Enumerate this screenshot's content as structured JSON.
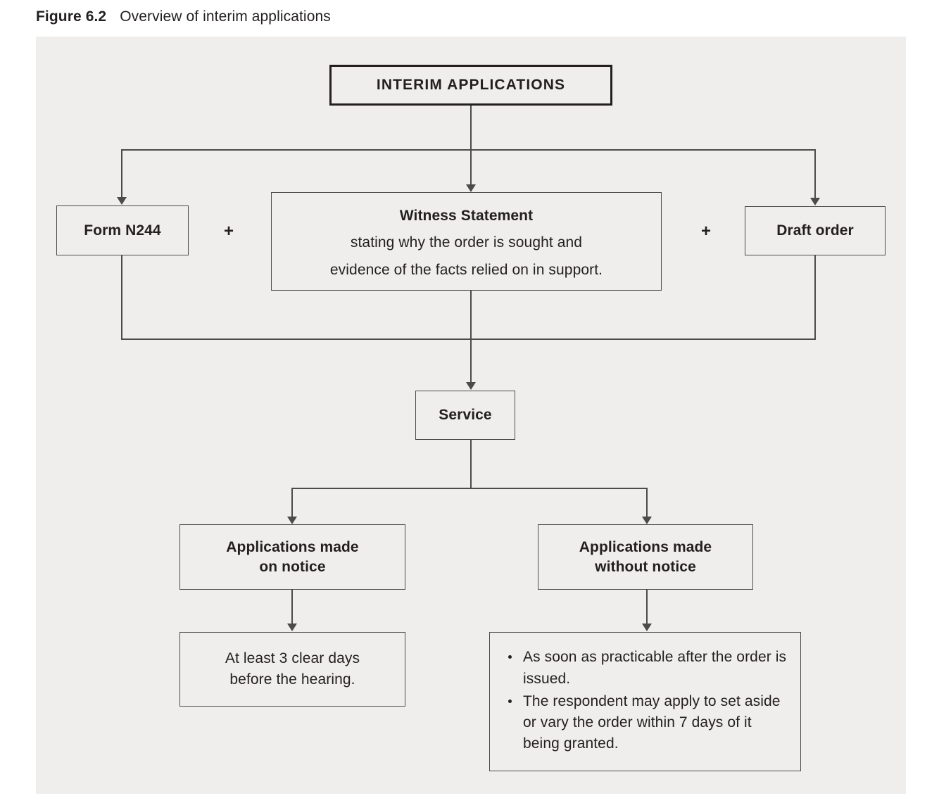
{
  "figure": {
    "label": "Figure 6.2",
    "title": "Overview of interim applications"
  },
  "colors": {
    "panel_background": "#efeeec",
    "page_background": "#ffffff",
    "text": "#231f20",
    "box_border": "#4b4b4b",
    "root_box_border": "#231f20",
    "connector": "#4b4b4b"
  },
  "diagram": {
    "type": "flowchart",
    "nodes": {
      "root": {
        "title": "INTERIM APPLICATIONS"
      },
      "form_n244": {
        "title": "Form N244"
      },
      "witness_statement": {
        "title": "Witness Statement",
        "line1": "stating why the order is sought and",
        "line2": "evidence of the facts relied on in support."
      },
      "draft_order": {
        "title": "Draft order"
      },
      "service": {
        "title": "Service"
      },
      "on_notice": {
        "line1": "Applications made",
        "line2": "on notice"
      },
      "without_notice": {
        "line1": "Applications made",
        "line2": "without notice"
      },
      "clear_days": {
        "line1": "At least 3 clear days",
        "line2": "before the hearing."
      },
      "without_notice_detail": {
        "bullets": [
          "As soon as practicable after the order is issued.",
          "The respondent may apply to set aside or vary the order within 7 days of it being granted."
        ]
      }
    },
    "operators": {
      "plus_left": "+",
      "plus_right": "+"
    }
  }
}
